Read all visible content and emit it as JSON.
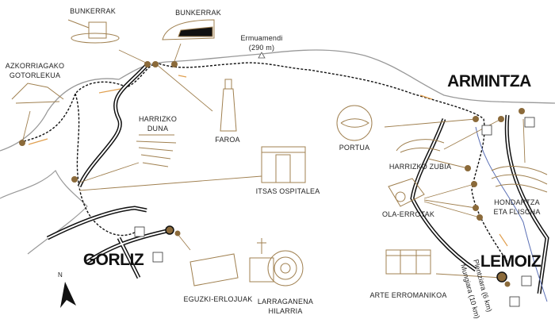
{
  "towns": {
    "armintza": "ARMINTZA",
    "gorliz": "GORLIZ",
    "lemoiz": "LEMOIZ"
  },
  "landmarks": {
    "bunkerrak_1": "BUNKERRAK",
    "bunkerrak_2": "BUNKERRAK",
    "ermuamendi": "Ermuamendi",
    "ermuamendi_height": "(290 m)",
    "azkorriagako_1": "AZKORRIAGAKO",
    "azkorriagako_2": "GOTORLEKUA",
    "harrizko_duna_1": "HARRIZKO",
    "harrizko_duna_2": "DUNA",
    "faroa": "FAROA",
    "portua": "PORTUA",
    "harrizko_zubia": "HARRIZKO ZUBIA",
    "itsas_ospitalea": "ITSAS OSPITALEA",
    "hondartza_1": "HONDARTZA",
    "hondartza_2": "ETA FLISCHA",
    "ola_errotak": "OLA-ERROTAK",
    "eguzki_erlojuak": "EGUZKI-ERLOJUAK",
    "larraganena_1": "LARRAGANENA",
    "larraganena_2": "HILARRIA",
    "arte_erromanikoa": "ARTE ERROMANIKOA"
  },
  "directions": {
    "plentzia": "Plentziara (6 km)",
    "mungia": "Mungiara (10 km)"
  },
  "compass": "N",
  "colors": {
    "poi": "#8b6a3a",
    "leader": "#a08050",
    "coast": "#999999",
    "river": "#5a6fb5",
    "arrow": "#e0a050"
  }
}
